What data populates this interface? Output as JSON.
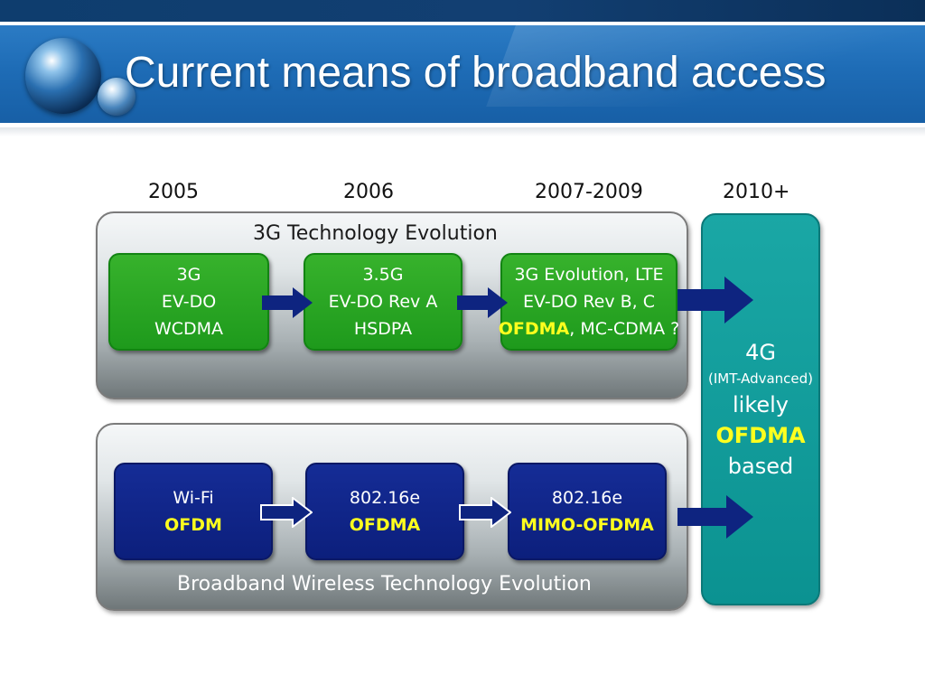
{
  "slide": {
    "title": "Current means of broadband access"
  },
  "diagram": {
    "years": [
      "2005",
      "2006",
      "2007-2009",
      "2010+"
    ],
    "panel_3g": {
      "title": "3G Technology Evolution",
      "boxes": [
        {
          "lines": [
            "3G",
            "EV-DO",
            "WCDMA"
          ]
        },
        {
          "lines": [
            "3.5G",
            "EV-DO Rev A",
            "HSDPA"
          ]
        },
        {
          "lines": [
            "3G Evolution, LTE",
            "EV-DO Rev B, C"
          ],
          "hl": "OFDMA",
          "rest": ", MC-CDMA ?"
        }
      ]
    },
    "panel_bw": {
      "title": "Broadband Wireless Technology Evolution",
      "boxes": [
        {
          "line": "Wi-Fi",
          "hl": "OFDM"
        },
        {
          "line": "802.16e",
          "hl": "OFDMA"
        },
        {
          "line": "802.16e",
          "hl": "MIMO-OFDMA"
        }
      ]
    },
    "box_4g": {
      "line1": "4G",
      "line2": "(IMT-Advanced)",
      "line3": "likely",
      "hl": "OFDMA",
      "line5": "based"
    }
  },
  "colors": {
    "header_blue": "#1e6cb6",
    "green_box": "#1e9a1c",
    "navy_box": "#0c1f7c",
    "teal_box": "#0b9291",
    "highlight_yellow": "#ffff1e",
    "arrow_navy": "#0e2480",
    "panel_3g_title": "#1a1a1a",
    "panel_bw_title": "#ffffff"
  }
}
